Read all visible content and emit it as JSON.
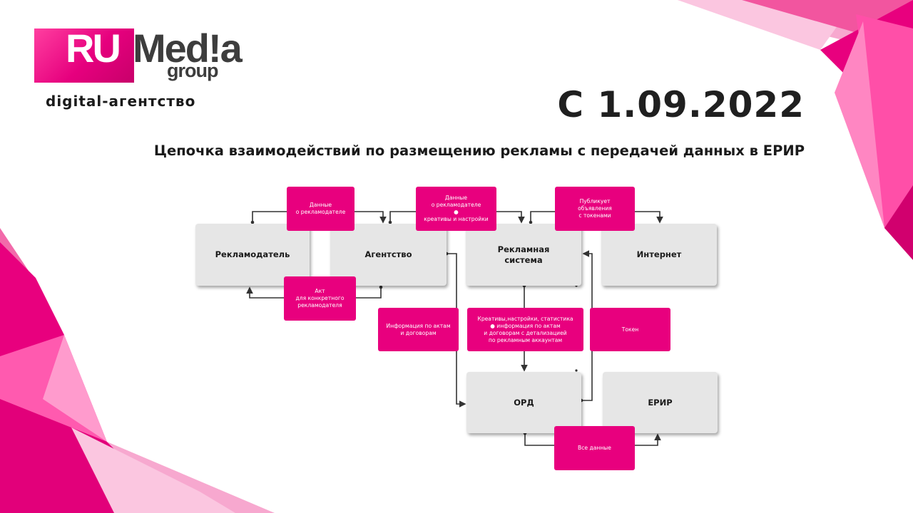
{
  "brand": {
    "logo_ru": "RU",
    "logo_media": "Med!a",
    "logo_group": "group",
    "tagline": "digital-агентство"
  },
  "slide": {
    "date_title": "С 1.09.2022",
    "chain_title": "Цепочка взаимодействий по размещению рекламы с передачей данных в ЕРИР"
  },
  "colors": {
    "accent": "#e8007e",
    "node_fill": "#e6e6e6",
    "text": "#1a1a1a"
  },
  "diagram": {
    "nodes": {
      "advertiser": "Рекламодатель",
      "agency": "Агентство",
      "ad_system": "Рекламная\nсистема",
      "internet": "Интернет",
      "ord": "ОРД",
      "erir": "ЕРИР"
    },
    "labels": {
      "advertiser_data": "Данные\nо рекламодателе",
      "advertiser_data_creatives": "Данные\nо рекламодателе\n●\nкреативы и настройки",
      "publishes_ads": "Публикует\nобъявления\nс токенами",
      "act": "Акт\nдля конкретного\nрекламодателя",
      "acts_contracts_info": "Информация по актам\nи договорам",
      "creatives_stats": "Креативы,настройки, статистика\n● информация по актам\nи договорам с детализацией\nпо рекламным аккаунтам",
      "token": "Токен",
      "all_data": "Все данные"
    }
  }
}
